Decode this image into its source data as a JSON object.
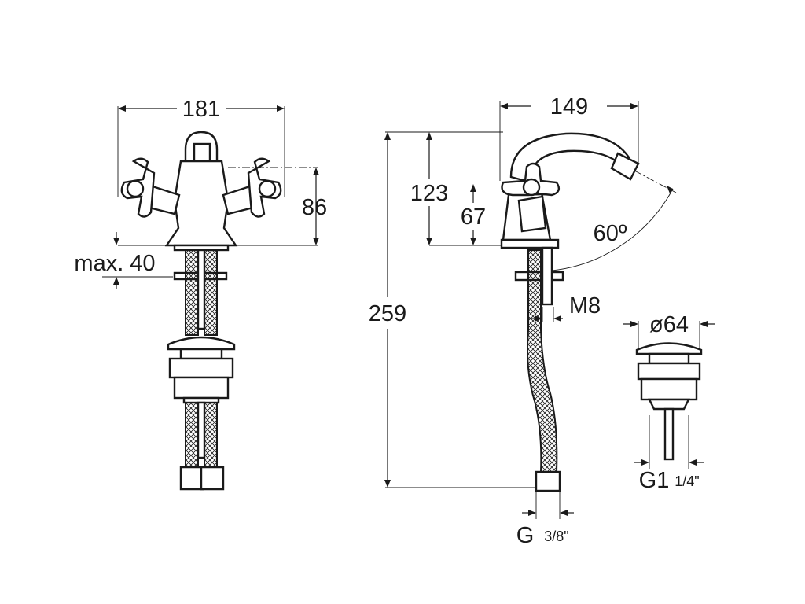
{
  "front_view": {
    "width_label": "181",
    "height_label": "86",
    "deck_label": "max. 40"
  },
  "side_view": {
    "reach_label": "149",
    "spout_height_label": "123",
    "handle_height_label": "67",
    "total_height_label": "259",
    "angle_label": "60º",
    "thread_rod_label": "M8",
    "connection_label_main": "G",
    "connection_label_fraction": "3/8\""
  },
  "drain_view": {
    "diameter_label": "ø64",
    "thread_label_main": "G1",
    "thread_label_fraction": "1/4\""
  }
}
